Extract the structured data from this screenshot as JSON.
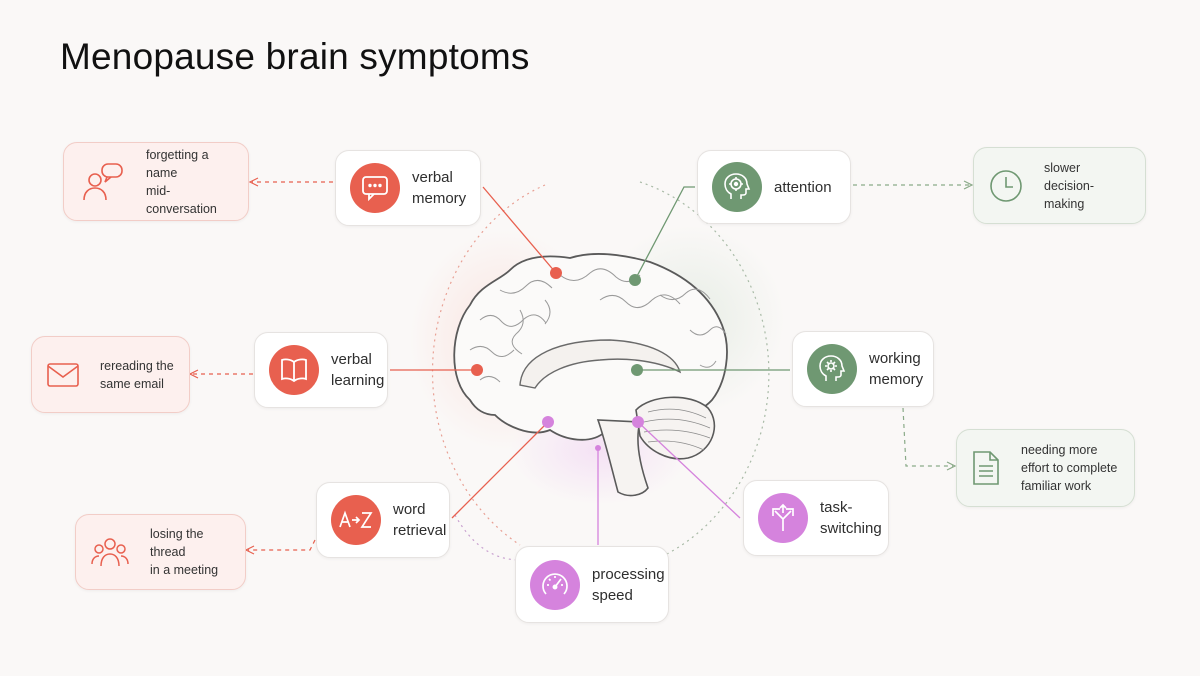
{
  "title": "Menopause brain symptoms",
  "colors": {
    "red": "#e8604f",
    "green": "#6f9872",
    "purple": "#d583dd"
  },
  "symptoms": {
    "verbal_memory": {
      "label": "verbal\nmemory",
      "icon": "speech-bubble-icon",
      "color": "red"
    },
    "verbal_learning": {
      "label": "verbal\nlearning",
      "icon": "open-book-icon",
      "color": "red"
    },
    "word_retrieval": {
      "label": "word\nretrieval",
      "icon": "a-to-z-icon",
      "color": "red"
    },
    "attention": {
      "label": "attention",
      "icon": "head-target-icon",
      "color": "green"
    },
    "working_memory": {
      "label": "working\nmemory",
      "icon": "head-gear-icon",
      "color": "green"
    },
    "task_switching": {
      "label": "task-\nswitching",
      "icon": "split-arrows-icon",
      "color": "purple"
    },
    "processing_speed": {
      "label": "processing\nspeed",
      "icon": "speedometer-icon",
      "color": "purple"
    }
  },
  "examples": {
    "forgetting_name": {
      "text": "forgetting a name\nmid-conversation",
      "icon": "people-chat-icon"
    },
    "rereading_email": {
      "text": "rereading the\nsame email",
      "icon": "envelope-icon"
    },
    "losing_thread": {
      "text": "losing the thread\nin a meeting",
      "icon": "group-icon"
    },
    "slower_decisions": {
      "text": "slower\ndecision-making",
      "icon": "clock-icon"
    },
    "more_effort": {
      "text": "needing more\neffort to complete\nfamiliar work",
      "icon": "document-icon"
    }
  }
}
